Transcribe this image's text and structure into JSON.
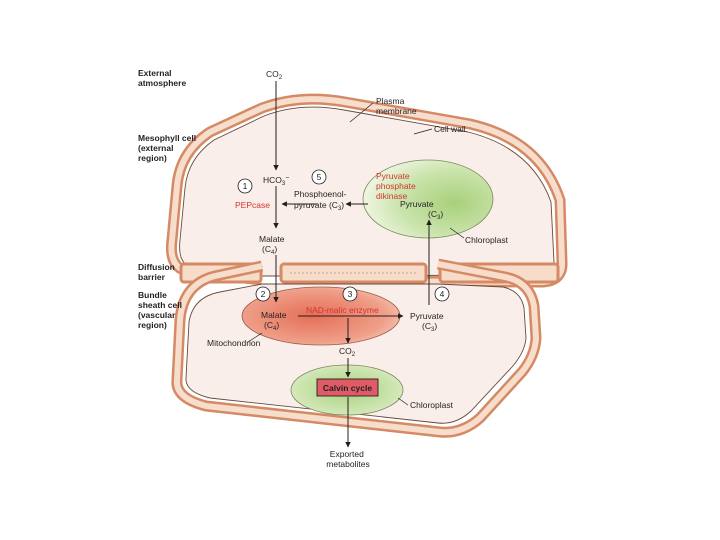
{
  "side_labels": {
    "external": [
      "External",
      "atmosphere"
    ],
    "mesophyll": [
      "Mesophyll cell",
      "(external",
      "region)"
    ],
    "diffusion": [
      "Diffusion",
      "barrier"
    ],
    "bundle": [
      "Bundle",
      "sheath cell",
      "(vascular",
      "region)"
    ]
  },
  "structure_labels": {
    "plasma_membrane": [
      "Plasma",
      "membrane"
    ],
    "cell_wall": "Cell wall",
    "chloroplast_top": "Chloroplast",
    "chloroplast_bottom": "Chloroplast",
    "mitochondrion": "Mitochondrion"
  },
  "step_numbers": [
    "1",
    "2",
    "3",
    "4",
    "5"
  ],
  "molecules": {
    "co2_top": [
      "CO",
      "2"
    ],
    "hco3": [
      "HCO",
      "3",
      "−"
    ],
    "pep": [
      "Phosphoenol-",
      "pyruvate (C",
      "3",
      ")"
    ],
    "malate_top": [
      "Malate",
      "(C",
      "4",
      ")"
    ],
    "malate_bottom": [
      "Malate",
      "(C",
      "4",
      ")"
    ],
    "pyruvate_top": [
      "Pyruvate",
      "(C",
      "3",
      ")"
    ],
    "pyruvate_bottom": [
      "Pyruvate",
      "(C",
      "3",
      ")"
    ],
    "co2_bottom": [
      "CO",
      "2"
    ],
    "exported": [
      "Exported",
      "metabolites"
    ]
  },
  "enzymes": {
    "pepcase": "PEPcase",
    "ppdk": [
      "Pyruvate",
      "phosphate",
      "dikinase"
    ],
    "nad_malic": "NAD-malic enzyme",
    "calvin": "Calvin cycle"
  },
  "colors": {
    "wall_outer": "#d58a65",
    "wall_fill": "#f6dcc9",
    "cell_interior": "#f9eee9",
    "chloroplast_green": "#b7d98f",
    "mitochondrion_red": "#e9826b",
    "enzyme_red": "#d6332c",
    "calvin_box": "#df5b66"
  }
}
